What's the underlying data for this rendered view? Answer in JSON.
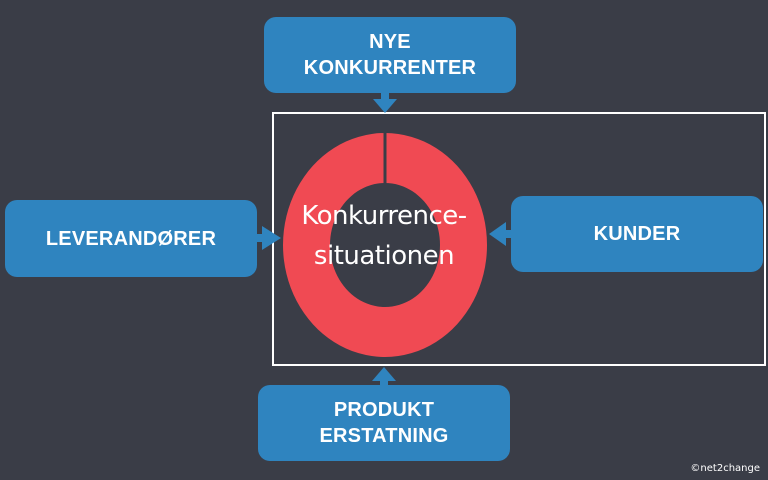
{
  "diagram": {
    "top": {
      "line1": "NYE",
      "line2": "KONKURRENTER"
    },
    "left": {
      "label": "LEVERANDØRER"
    },
    "right": {
      "label": "KUNDER"
    },
    "bottom": {
      "line1": "PRODUKT",
      "line2": "ERSTATNING"
    },
    "center": {
      "line1": "Konkurrence-",
      "line2": "situationen"
    }
  },
  "footer": {
    "copyright": "©net2change"
  },
  "colors": {
    "background": "#3a3d47",
    "box": "#2f84bf",
    "ring": "#f04a53",
    "frame": "#ffffff",
    "text": "#ffffff"
  }
}
